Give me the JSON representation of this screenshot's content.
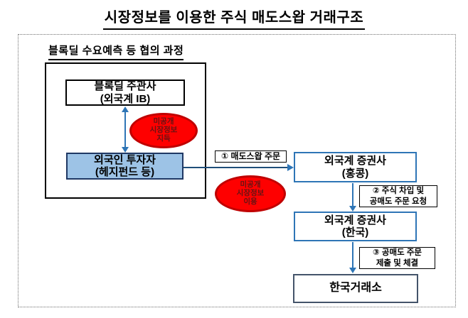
{
  "title": "시장정보를 이용한 주식 매도스왑 거래구조",
  "negotiation": {
    "heading": "블록딜 수요예측 등 협의 과정",
    "underwriter": {
      "line1": "블록딜 주관사",
      "line2": "(외국계 IB)"
    },
    "investor": {
      "line1": "외국인 투자자",
      "line2": "(헤지펀드 등)"
    },
    "acquire_badge": {
      "line1": "미공개",
      "line2": "시장정보",
      "line3": "지득"
    }
  },
  "flow": {
    "step1_label": "① 매도스왑 주문",
    "use_badge": {
      "line1": "미공개",
      "line2": "시장정보",
      "line3": "이용"
    },
    "broker_hk": {
      "line1": "외국계 증권사",
      "line2": "(홍콩)"
    },
    "step2_label": {
      "line1": "② 주식 차입 및",
      "line2": "공매도 주문 요청"
    },
    "broker_kr": {
      "line1": "외국계 증권사",
      "line2": "(한국)"
    },
    "step3_label": {
      "line1": "③ 공매도 주문",
      "line2": "제출 및 체결"
    },
    "exchange": "한국거래소"
  },
  "colors": {
    "box_border_black": "#000000",
    "broker_border_blue": "#2E75B6",
    "investor_border_navy": "#1F3864",
    "investor_fill": "#9DC3E6",
    "arrow_blue": "#2E75B6",
    "arrow_dark_blue": "#1F4E79",
    "badge_fill": "#FE0000",
    "badge_border": "#C00000",
    "badge_text": "#641414",
    "exchange_border": "#44546A"
  }
}
